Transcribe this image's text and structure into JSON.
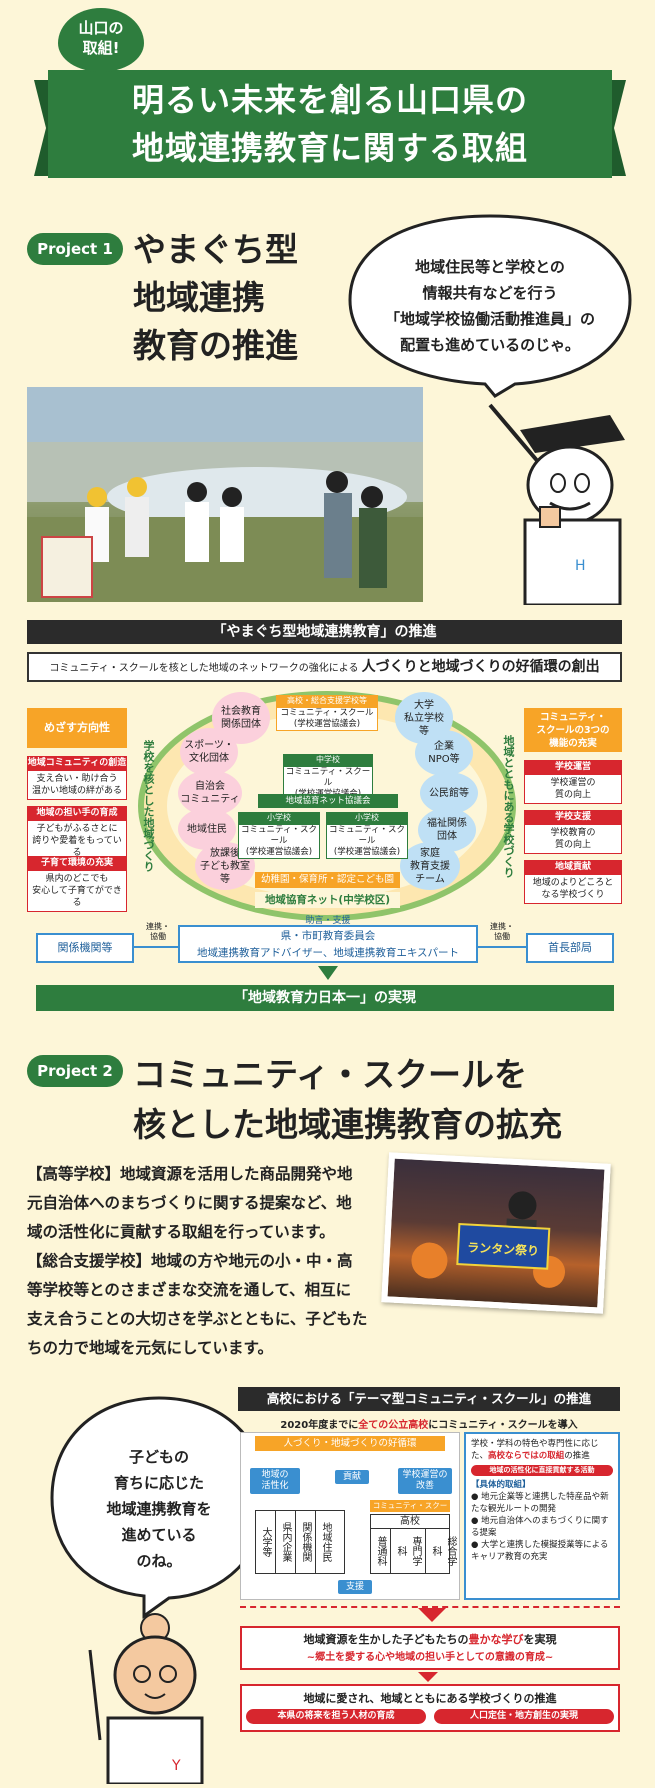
{
  "header": {
    "badge": "山口の\n取組!",
    "title": "明るい未来を創る山口県の\n地域連携教育に関する取組"
  },
  "project1": {
    "pill": "Project 1",
    "title": "やまぐち型\n地域連携\n教育の推進",
    "speech": "地域住民等と学校との\n情報共有などを行う\n「地域学校協働活動推進員」の\n配置も進めているのじゃ。"
  },
  "diagram": {
    "header": "「やまぐち型地域連携教育」の推進",
    "goal_small": "コミュニティ・スクールを核とした地域のネットワークの強化による",
    "goal_big": "人づくりと地域づくりの好循環の創出",
    "left_title": "めざす方向性",
    "left_items": [
      {
        "head": "地域コミュニティの創造",
        "body": "支え合い・助け合う\n温かい地域の絆がある"
      },
      {
        "head": "地域の担い手の育成",
        "body": "子どもがふるさとに\n誇りや愛着をもっている"
      },
      {
        "head": "子育て環境の充実",
        "body": "県内のどこでも\n安心して子育てができる"
      }
    ],
    "right_title": "コミュニティ・\nスクールの3つの\n機能の充実",
    "right_items": [
      {
        "head": "学校運営",
        "body": "学校運営の\n質の向上"
      },
      {
        "head": "学校支援",
        "body": "学校教育の\n質の向上"
      },
      {
        "head": "地域貢献",
        "body": "地域のよりどころと\nなる学校づくり"
      }
    ],
    "arc_left": "学校を核とした地域づくり",
    "arc_right": "地域とともにある学校づくり",
    "orgs": [
      "社会教育\n関係団体",
      "大学\n私立学校\n等",
      "スポーツ・\n文化団体",
      "企業\nNPO等",
      "自治会\nコミュニティ",
      "公民館等",
      "地域住民",
      "福祉関係\n団体",
      "放課後\n子ども教室\n等",
      "家庭\n教育支援\nチーム"
    ],
    "hs": {
      "head": "高校・総合支援学校等",
      "body": "コミュニティ・スクール\n(学校運営協議会)"
    },
    "jhs": {
      "head": "中学校",
      "body": "コミュニティ・スクール\n(学校運営協議会)"
    },
    "ward_council": "地域協育ネット協議会",
    "es1": {
      "head": "小学校",
      "body": "コミュニティ・スクール\n(学校運営協議会)"
    },
    "es2": {
      "head": "小学校",
      "body": "コミュニティ・スクール\n(学校運営協議会)"
    },
    "kinder": "幼稚園・保育所・認定こども園",
    "net": "地域協育ネット(中学校区)",
    "support_label": "助言・支援",
    "center_box": "県・市町教育委員会\n地域連携教育アドバイザー、地域連携教育エキスパート",
    "left_link": "連携・\n協働",
    "right_link": "連携・\n協働",
    "left_box": "関係機関等",
    "right_box": "首長部局",
    "footer": "「地域教育力日本一」の実現"
  },
  "project2": {
    "pill": "Project 2",
    "title": "コミュニティ・スクールを\n核とした地域連携教育の拡充",
    "body": "【高等学校】地域資源を活用した商品開発や地\n元自治体へのまちづくりに関する提案など、地\n域の活性化に貢献する取組を行っています。\n【総合支援学校】地域の方や地元の小・中・高\n等学校等とのさまざまな交流を通して、相互に\n支え合うことの大切さを学ぶとともに、子どもた\nちの力で地域を元気にしています。",
    "photo_sign": "ランタン祭り",
    "speech": "子どもの\n育ちに応じた\n地域連携教育を\n進めている\nのね。"
  },
  "tcs": {
    "header": "高校における「テーマ型コミュニティ・スクール」の推進",
    "sub_pre": "2020年度までに",
    "sub_red": "全ての公立高校",
    "sub_post": "にコミュニティ・スクールを導入",
    "cycle_title": "人づくり・地域づくりの好循環",
    "node_left": "地域の\n活性化",
    "node_contrib": "貢献",
    "node_right": "学校運営の\n改善",
    "cs_label": "コミュニティ・スクール",
    "cols_left": [
      "大学等",
      "県内企業",
      "関係機関",
      "地域住民"
    ],
    "hs_title": "高校",
    "hs_cols": [
      "普通科",
      "専門学科",
      "総合学科"
    ],
    "node_support": "支援",
    "right_text_pre": "学校・学科の特色や専門性に応じた、",
    "right_text_red": "高校ならではの取組",
    "right_text_post": "の推進",
    "right_red_strip": "地域の活性化に直接貢献する活動",
    "examples_title": "【具体的取組】",
    "examples": [
      "地元企業等と連携した特産品や新たな観光ルートの開発",
      "地元自治体へのまちづくりに関する提案",
      "大学と連携した模擬授業等によるキャリア教育の充実"
    ],
    "result1_pre": "地域資源を生かした子どもたちの",
    "result1_red": "豊かな学び",
    "result1_post": "を実現",
    "result1_sub": "~郷土を愛する心や地域の担い手としての意識の育成~",
    "result2": "地域に愛され、地域とともにある学校づくりの推進",
    "result2_left": "本県の将来を担う人材の育成",
    "result2_right": "人口定住・地方創生の実現"
  },
  "colors": {
    "green": "#2e7d3e",
    "orange": "#f7a427",
    "red": "#d7262e",
    "blue": "#3a8fd0",
    "cream": "#fdf6d8"
  }
}
